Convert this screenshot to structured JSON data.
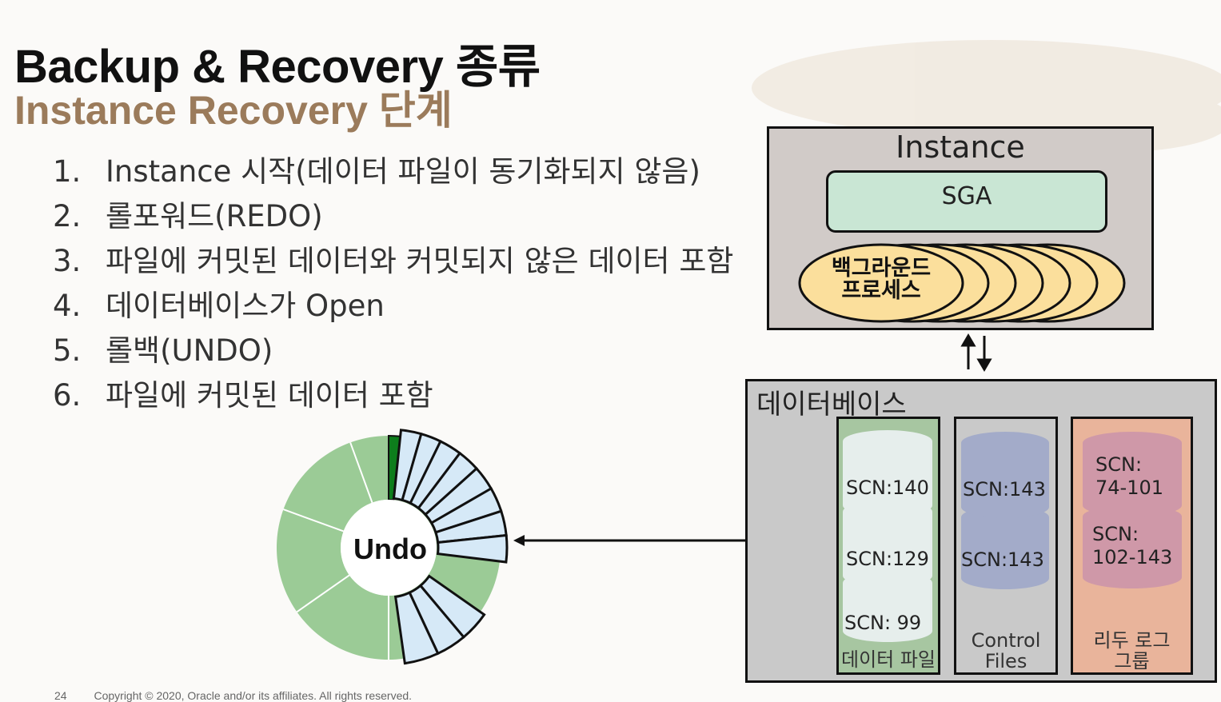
{
  "header": {
    "title": "Backup & Recovery 종류",
    "subtitle": "Instance Recovery 단계"
  },
  "steps": [
    {
      "num": "1.",
      "text": "Instance 시작(데이터 파일이 동기화되지 않음)"
    },
    {
      "num": "2.",
      "text": "롤포워드(REDO)"
    },
    {
      "num": "3.",
      "text": "파일에 커밋된 데이터와 커밋되지 않은 데이터 포함"
    },
    {
      "num": "4.",
      "text": "데이터베이스가 Open"
    },
    {
      "num": "5.",
      "text": "롤백(UNDO)"
    },
    {
      "num": "6.",
      "text": "파일에 커밋된 데이터 포함"
    }
  ],
  "instance": {
    "label": "Instance",
    "sga_label": "SGA",
    "bg_process_label_line1": "백그라운드",
    "bg_process_label_line2": "프로세스"
  },
  "database": {
    "label": "데이터베이스",
    "data_files": {
      "label": "데이터 파일",
      "scns": [
        "SCN:140",
        "SCN:129",
        "SCN: 99"
      ]
    },
    "control_files": {
      "label_line1": "Control",
      "label_line2": "Files",
      "scns": [
        "SCN:143",
        "SCN:143"
      ]
    },
    "redo_groups": {
      "label_line1": "리두 로그",
      "label_line2": "그룹",
      "scns": [
        {
          "line1": "SCN:",
          "line2": "74-101"
        },
        {
          "line1": "SCN:",
          "line2": "102-143"
        }
      ]
    }
  },
  "undo": {
    "label": "Undo"
  },
  "footer": {
    "page_number": "24",
    "copyright": "Copyright © 2020, Oracle and/or its affiliates. All rights reserved."
  },
  "colors": {
    "undo_green": "#9bcb96",
    "undo_dark_green": "#0d7d1c",
    "undo_blue": "#d6e9f7",
    "bg_process": "#fbdf9c",
    "sga": "#c9e6d4",
    "data_file_col": "#a7c6a1",
    "data_file_cyl": "#e6eeec",
    "control_col": "#c9c9c9",
    "control_cyl": "#a3abc9",
    "redo_col": "#e9b49b",
    "redo_cyl": "#cf98a8"
  }
}
